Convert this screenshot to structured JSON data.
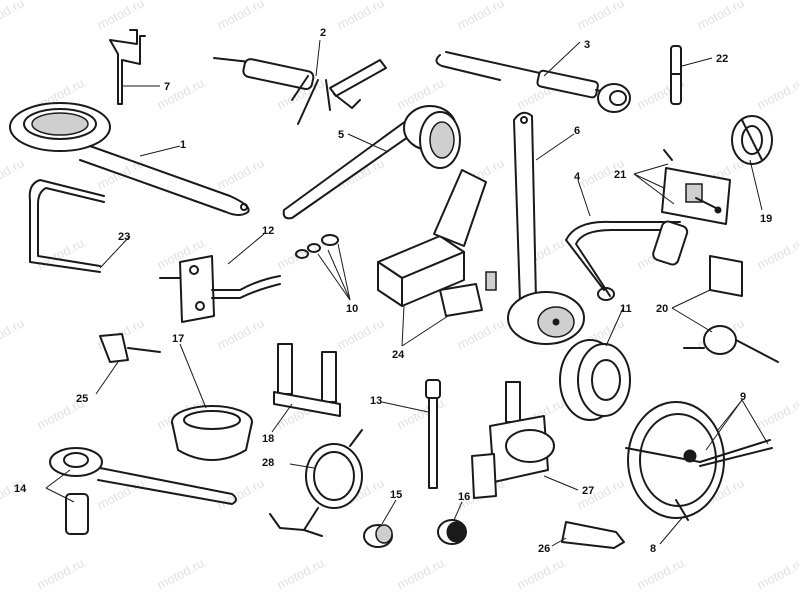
{
  "watermark": "motod.ru",
  "callouts": {
    "c1": "1",
    "c2": "2",
    "c3": "3",
    "c4": "4",
    "c5": "5",
    "c6": "6",
    "c7": "7",
    "c8": "8",
    "c9": "9",
    "c10": "10",
    "c11": "11",
    "c12": "12",
    "c13": "13",
    "c14": "14",
    "c15": "15",
    "c16": "16",
    "c17": "17",
    "c18": "18",
    "c19": "19",
    "c20": "20",
    "c21": "21",
    "c22": "22",
    "c23": "23",
    "c24": "24",
    "c25": "25",
    "c26": "26",
    "c27": "27",
    "c28": "28"
  }
}
